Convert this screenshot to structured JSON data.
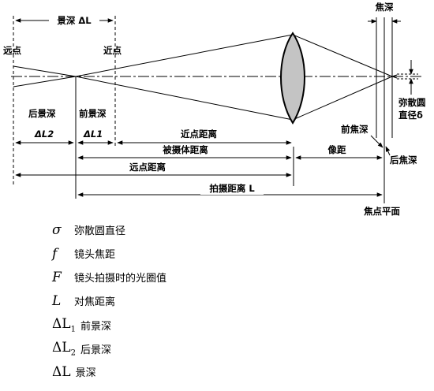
{
  "diagram": {
    "depth_of_field": "景深 ΔL",
    "far_point_left": "远点",
    "near_point_top": "近点",
    "rear_dof": "后景深",
    "rear_dof_sym": "ΔL2",
    "front_dof": "前景深",
    "front_dof_sym": "ΔL1",
    "near_point_distance": "近点距离",
    "subject_distance": "被摄体距离",
    "far_point_distance": "远点距离",
    "shooting_distance": "拍摄距离 L",
    "image_distance": "像距",
    "depth_of_focus": "焦深",
    "front_focus_depth": "前焦深",
    "rear_focus_depth": "后焦深",
    "coc_line1": "弥散圆",
    "coc_line2": "直径δ",
    "focal_plane": "焦点平面"
  },
  "legend": [
    {
      "symbol": "σ",
      "sub": "",
      "desc": "弥散圆直径"
    },
    {
      "symbol": "f",
      "sub": "",
      "desc": "镜头焦距"
    },
    {
      "symbol": "F",
      "sub": "",
      "desc": "镜头拍摄时的光圈值"
    },
    {
      "symbol": "L",
      "sub": "",
      "desc": "对焦距离"
    },
    {
      "symbol": "ΔL",
      "sub": "1",
      "desc": "前景深"
    },
    {
      "symbol": "ΔL",
      "sub": "2",
      "desc": "后景深"
    },
    {
      "symbol": "ΔL",
      "sub": "",
      "desc": "景深"
    }
  ]
}
